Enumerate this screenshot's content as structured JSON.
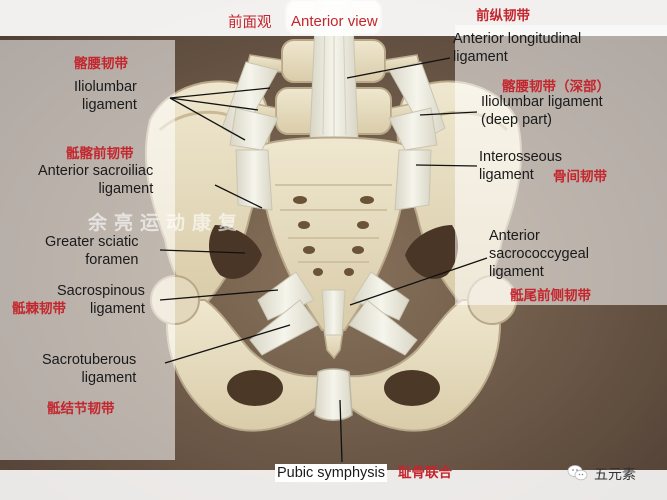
{
  "header": {
    "view_zh": "前面观",
    "view_en": "Anterior view"
  },
  "labels": {
    "anterior_longitudinal": {
      "en": "Anterior longitudinal\nligament",
      "zh": "前纵韧带"
    },
    "iliolumbar": {
      "en": "Iliolumbar\nligament",
      "zh": "髂腰韧带"
    },
    "iliolumbar_deep": {
      "en": "Iliolumbar ligament\n(deep part)",
      "zh": "髂腰韧带（深部）"
    },
    "anterior_sacroiliac": {
      "en": "Anterior sacroiliac\nligament",
      "zh": "骶髂前韧带"
    },
    "interosseous": {
      "en": "Interosseous\nligament",
      "zh": "骨间韧带"
    },
    "greater_sciatic": {
      "en": "Greater sciatic\nforamen"
    },
    "anterior_sacrococcygeal": {
      "en": "Anterior\nsacrococcygeal\nligament",
      "zh": "骶尾前侧韧带"
    },
    "sacrospinous": {
      "en": "Sacrospinous\nligament",
      "zh": "骶棘韧带"
    },
    "sacrotuberous": {
      "en": "Sacrotuberous\nligament",
      "zh": "骶结节韧带"
    },
    "pubic_symphysis": {
      "en": "Pubic symphysis",
      "zh": "耻骨联合"
    }
  },
  "watermark": "余亮运动康复",
  "brand": {
    "name": "五元素",
    "icon": "wechat-icon"
  },
  "colors": {
    "bone": "#e6ddc4",
    "ligament": "#efeee2",
    "label_red": "#c4262e",
    "shadow": "#3a2a1c"
  }
}
